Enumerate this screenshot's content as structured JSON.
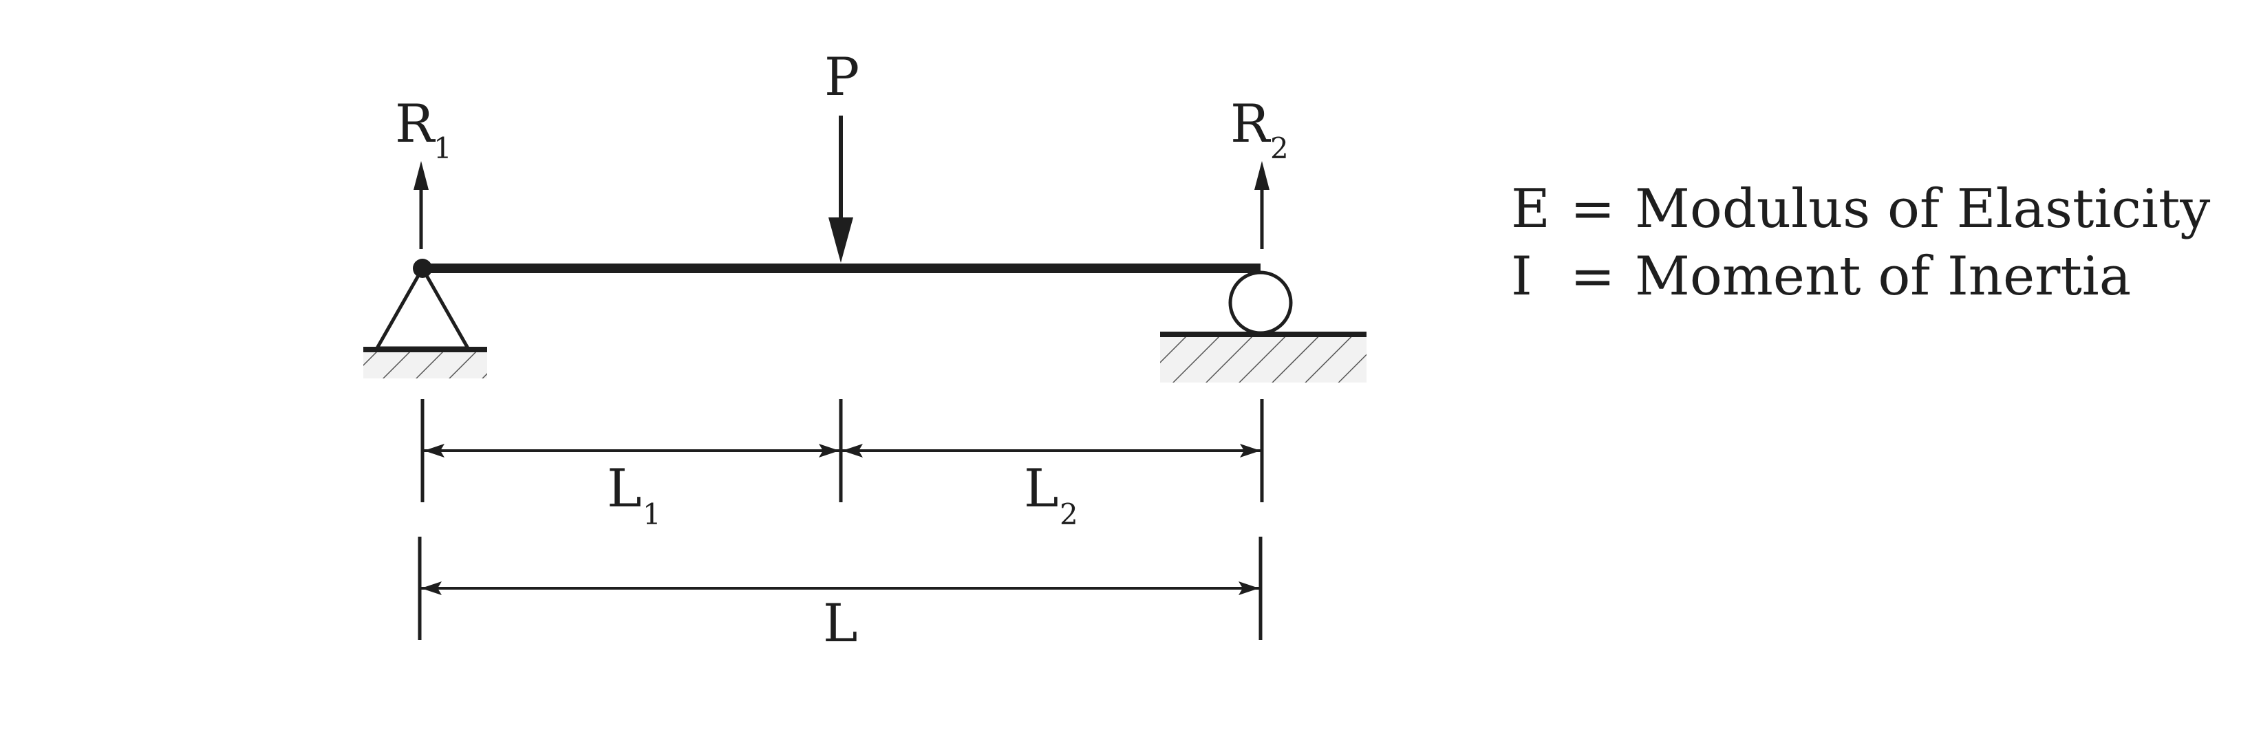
{
  "diagram": {
    "load": {
      "symbol": "P"
    },
    "reactions": [
      {
        "symbol": "R",
        "subscript": "1"
      },
      {
        "symbol": "R",
        "subscript": "2"
      }
    ],
    "spans": [
      {
        "symbol": "L",
        "subscript": "1"
      },
      {
        "symbol": "L",
        "subscript": "2"
      }
    ],
    "total_span": {
      "symbol": "L"
    },
    "supports": {
      "left": "pin-support-icon",
      "right": "roller-support-icon"
    },
    "legend": [
      {
        "symbol": "E",
        "equals": "=",
        "description": "Modulus of Elasticity"
      },
      {
        "symbol": "I",
        "equals": "=",
        "description": "Moment of Inertia"
      }
    ],
    "colors": {
      "ink": "#1e1e1e",
      "hatch_fill": "#f2f2f2"
    }
  }
}
